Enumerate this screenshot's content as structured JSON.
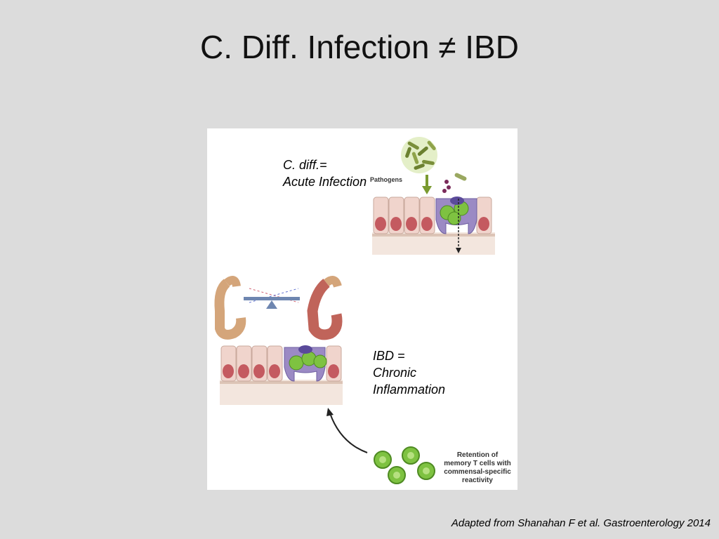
{
  "slide": {
    "title": "C. Diff. Infection ≠ IBD",
    "citation": "Adapted from Shanahan F et al. Gastroenterology 2014"
  },
  "figure": {
    "cdiff_label": "C. diff.=",
    "cdiff_sub": "Acute Infection",
    "ibd_label": "IBD =",
    "ibd_line2": "Chronic",
    "ibd_line3": "Inflammation",
    "pathogens_label": "Pathogens",
    "retention_lines": [
      "Retention of",
      "memory T cells with",
      "commensal-specific",
      "reactivity"
    ]
  }
}
